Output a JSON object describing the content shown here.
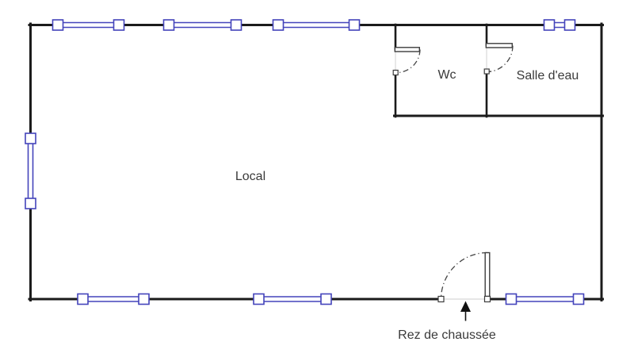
{
  "floor_plan": {
    "type": "floor-plan",
    "rooms": [
      {
        "id": "local",
        "label": "Local"
      },
      {
        "id": "wc",
        "label": "Wc"
      },
      {
        "id": "salle-deau",
        "label": "Salle d'eau"
      }
    ],
    "entrance": {
      "label": "Rez de chaussée"
    },
    "features": {
      "windows_count": 8,
      "interior_doors_count": 2,
      "entrance_doors_count": 1
    }
  },
  "colors": {
    "background": "#ffffff",
    "wall": "#1b1b1b",
    "window": "#4444bb",
    "door": "#3c3c3c",
    "swing": "#444444",
    "threshold": "#d8d8d8",
    "text": "#3a3a3a"
  }
}
